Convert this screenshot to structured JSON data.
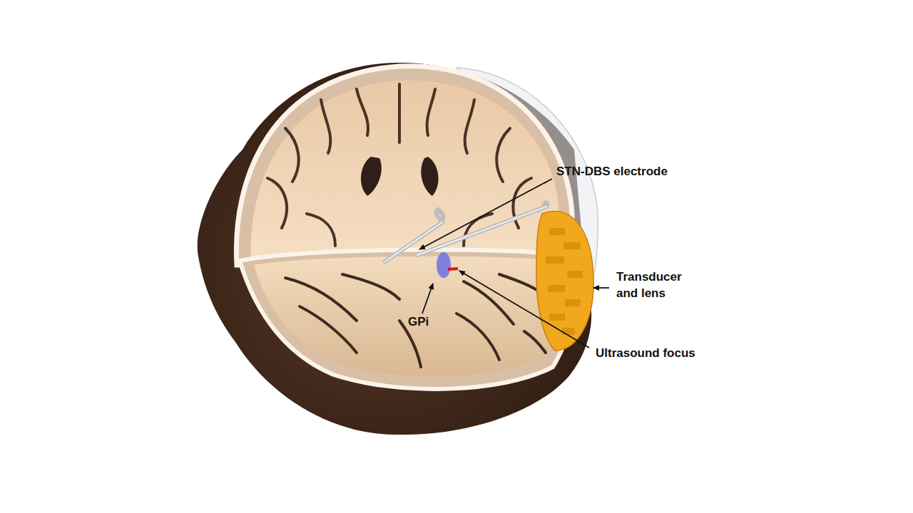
{
  "diagram": {
    "labels": [
      "STN-DBS electrode",
      "Transducer and lens",
      "GPi",
      "Ultrasound focus"
    ]
  }
}
